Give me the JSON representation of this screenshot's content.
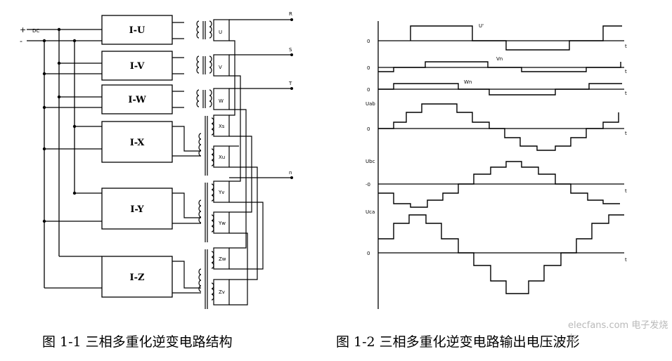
{
  "circuit": {
    "dc_label": "DC",
    "plus": "+",
    "minus": "-",
    "blocks": [
      "I-U",
      "I-V",
      "I-W",
      "I-X",
      "I-Y",
      "I-Z"
    ],
    "outputs": [
      "R",
      "S",
      "T",
      "n"
    ],
    "windings": [
      "U",
      "V",
      "W",
      "Xs",
      "Xu",
      "Yv",
      "Yw",
      "Zw",
      "Zv"
    ]
  },
  "waveforms": {
    "labels": [
      "U'",
      "Vn",
      "Wn",
      "Uab",
      "Ubc",
      "Uca"
    ],
    "zero": "0",
    "zero_alt": "-0",
    "end_mark": "t"
  },
  "captions": {
    "left": "图 1-1  三相多重化逆变电路结构",
    "right": "图 1-2  三相多重化逆变电路输出电压波形"
  },
  "watermark": "elecfans.com 电子发烧友"
}
